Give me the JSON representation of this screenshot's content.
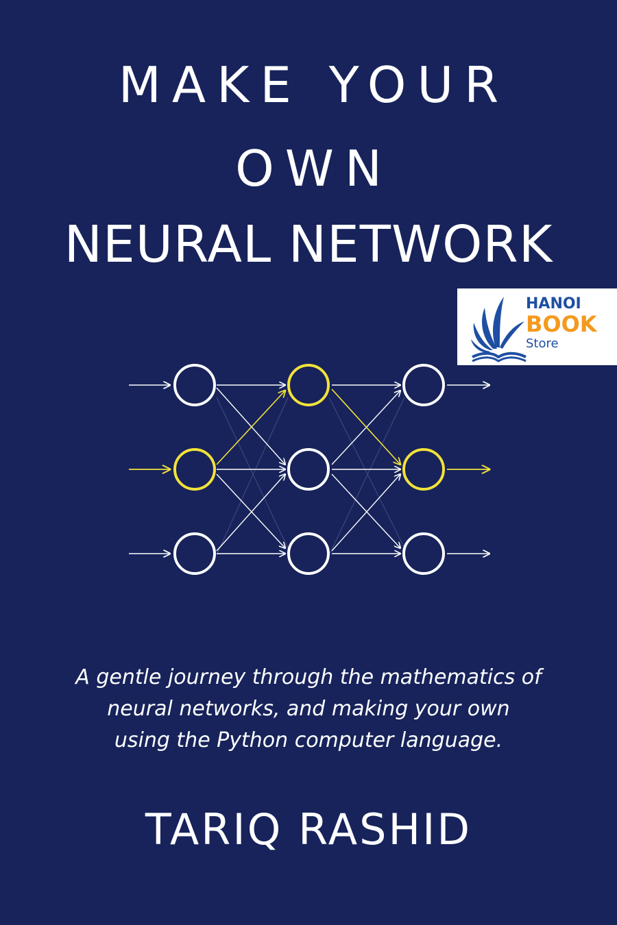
{
  "cover": {
    "title_lines": [
      "MAKE YOUR",
      "OWN",
      "NEURAL NETWORK"
    ],
    "subtitle_lines": [
      "A gentle journey through the mathematics of",
      "neural networks, and making your own",
      "using the Python computer language."
    ],
    "author": "TARIQ RASHID",
    "background_color": "#17235a"
  },
  "badge": {
    "line1": "HANOI",
    "line2": "BOOK",
    "line3": "Store",
    "icon": "book-with-fan-leaves-logo"
  },
  "network_graphic": {
    "layers": 3,
    "nodes_per_layer": 3,
    "highlighted_path": [
      "layer1-node2",
      "layer2-node1",
      "layer3-node2"
    ],
    "node_color": "#ffffff",
    "highlight_color": "#f2e23a"
  }
}
